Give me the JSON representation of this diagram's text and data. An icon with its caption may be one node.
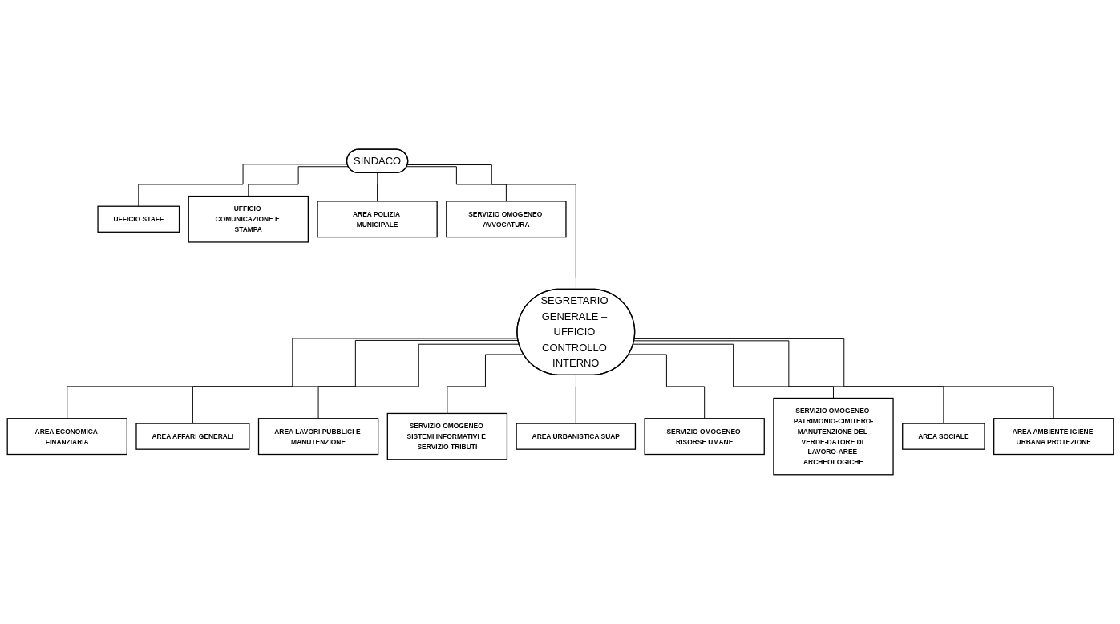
{
  "diagram": {
    "nodes": [
      {
        "text": [
          "SINDACO"
        ]
      },
      {
        "text": [
          "UFFICIO STAFF"
        ]
      },
      {
        "text": [
          "UFFICIO COMUNICAZIONE E STAMPA"
        ]
      },
      {
        "text": [
          "AREA POLIZIA MUNICIPALE"
        ]
      },
      {
        "text": [
          "SERVIZIO OMOGENEO AVVOCATURA"
        ]
      },
      {
        "text": [
          "SEGRETARIO GENERALE – UFFICIO CONTROLLO INTERNO"
        ]
      },
      {
        "text": [
          "AREA ECONOMICA FINANZIARIA"
        ]
      },
      {
        "text": [
          "AREA AFFARI GENERALI"
        ]
      },
      {
        "text": [
          "AREA LAVORI PUBBLICI E MANUTENZIONE"
        ]
      },
      {
        "text": [
          "SERVIZIO OMOGENEO SISTEMI INFORMATIVI E SERVIZIO TRIBUTI"
        ]
      },
      {
        "text": [
          "AREA URBANISTICA SUAP"
        ]
      },
      {
        "text": [
          "SERVIZIO OMOGENEO RISORSE UMANE"
        ]
      },
      {
        "text": [
          "SERVIZIO OMOGENEO PATRIMONIO-CIMITERO-MANUTENZIONE DEL VERDE-DATORE DI LAVORO-AREE ARCHEOLOGICHE"
        ]
      },
      {
        "text": [
          "AREA SOCIALE"
        ]
      },
      {
        "text": [
          "AREA AMBIENTE IGIENE URBANA PROTEZIONE"
        ]
      }
    ],
    "edges": [
      {
        "from": 0,
        "to": 1,
        "arrow": "none"
      },
      {
        "from": 0,
        "to": 2,
        "arrow": "none"
      },
      {
        "from": 0,
        "to": 3,
        "arrow": "none"
      },
      {
        "from": 0,
        "to": 4,
        "arrow": "none"
      },
      {
        "from": 0,
        "to": 5,
        "arrow": "none"
      },
      {
        "from": 5,
        "to": 6,
        "arrow": "none"
      },
      {
        "from": 5,
        "to": 7,
        "arrow": "none"
      },
      {
        "from": 5,
        "to": 8,
        "arrow": "none"
      },
      {
        "from": 5,
        "to": 9,
        "arrow": "none"
      },
      {
        "from": 5,
        "to": 10,
        "arrow": "none"
      },
      {
        "from": 5,
        "to": 11,
        "arrow": "none"
      },
      {
        "from": 5,
        "to": 12,
        "arrow": "none"
      },
      {
        "from": 5,
        "to": 13,
        "arrow": "none"
      },
      {
        "from": 5,
        "to": 14,
        "arrow": "none"
      }
    ]
  }
}
